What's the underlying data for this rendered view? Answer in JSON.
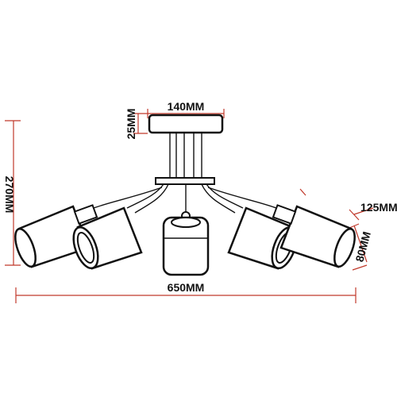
{
  "dimensions": {
    "canopy_width": "140MM",
    "canopy_height": "25MM",
    "total_height": "270MM",
    "shade_length": "125MM",
    "shade_diameter": "80MM",
    "total_width": "650MM"
  },
  "colors": {
    "dimension_line": "#c0392b",
    "outline": "#111111",
    "background": "#ffffff"
  }
}
